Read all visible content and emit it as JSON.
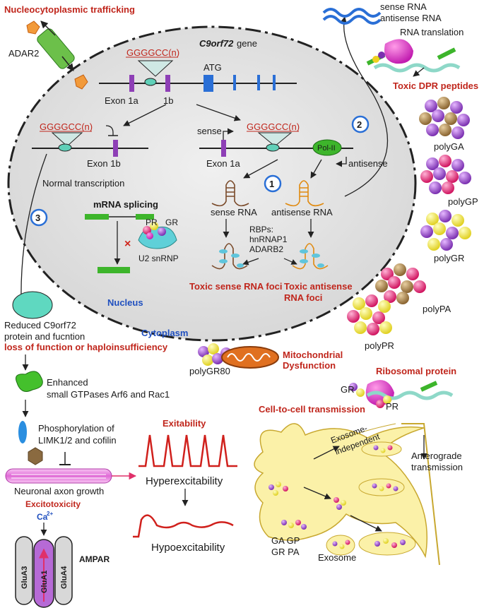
{
  "title_trafficking": "Nucleocytoplasmic trafficking",
  "adar2": "ADAR2",
  "gene_name": "C9orf72",
  "gene_suffix": " gene",
  "repeat": "GGGGCC(n)",
  "exon_1a": "Exon 1a",
  "label_1b": "1b",
  "atg": "ATG",
  "exon_1b": "Exon 1b",
  "sense": "sense",
  "antisense": "antisense",
  "pol_ii": "Pol-II",
  "normal_transcription": "Normal transcription",
  "mrna_splicing": "mRNA splicing",
  "pr": "PR",
  "gr": "GR",
  "u2": "U2 snRNP",
  "sense_rna": "sense RNA",
  "antisense_rna": "antisense RNA",
  "rbps": [
    "RBPs:",
    "hnRNAP1",
    "ADARB2"
  ],
  "toxic_sense_foci": "Toxic sense RNA foci",
  "toxic_antisense_foci": [
    "Toxic antisense",
    "RNA foci"
  ],
  "nucleus": "Nucleus",
  "cytoplasm": "Cytoplasm",
  "reduced": [
    "Reduced   C9orf72",
    "protein  and fucntion"
  ],
  "loss": "loss of function  or haploinsufficiency",
  "top_right": [
    "sense RNA",
    "antisense RNA",
    "RNA translation"
  ],
  "toxic_dpr": "Toxic DPR peptides",
  "poly": [
    "polyGA",
    "polyGP",
    "polyGR",
    "polyPA",
    "polyPR"
  ],
  "polygr80": "polyGR80",
  "mito": [
    "Mitochondrial",
    "Dysfunction"
  ],
  "ribosomal": "Ribosomal  protein",
  "ribo_gr": "GR",
  "ribo_pr": "PR",
  "enhanced": [
    "Enhanced",
    "small GTPases Arf6 and Rac1"
  ],
  "phospho": [
    "Phosphorylation of",
    "LIMK1/2 and cofilin"
  ],
  "axon": "Neuronal axon growth",
  "excitotoxicity": "Excitotoxicity",
  "ca": "Ca",
  "ca_sup": "2+",
  "ampar": "AMPAR",
  "glu": [
    "GluA3",
    "GluA1",
    "GluA4"
  ],
  "exitability": "Exitability",
  "hyper": "Hyperexcitability",
  "hypo": "Hypoexcitability",
  "cell_to_cell": "Cell-to-cell transmission",
  "exo_indep": [
    "Exosome-",
    "independent"
  ],
  "anterograde": [
    "Anterograde",
    "transmission"
  ],
  "exosome": "Exosome",
  "dpr_short": [
    "GA  GP",
    "GR PA"
  ],
  "steps": [
    "1",
    "2",
    "3"
  ],
  "colors": {
    "accent_red": "#c0261c",
    "accent_blue": "#1f4fbf",
    "exon_purple": "#8e3fb6",
    "exon_blue": "#2a6fd6",
    "nucleus_fill": "#e3e3e3",
    "neuron_fill": "#fbf1a8"
  }
}
